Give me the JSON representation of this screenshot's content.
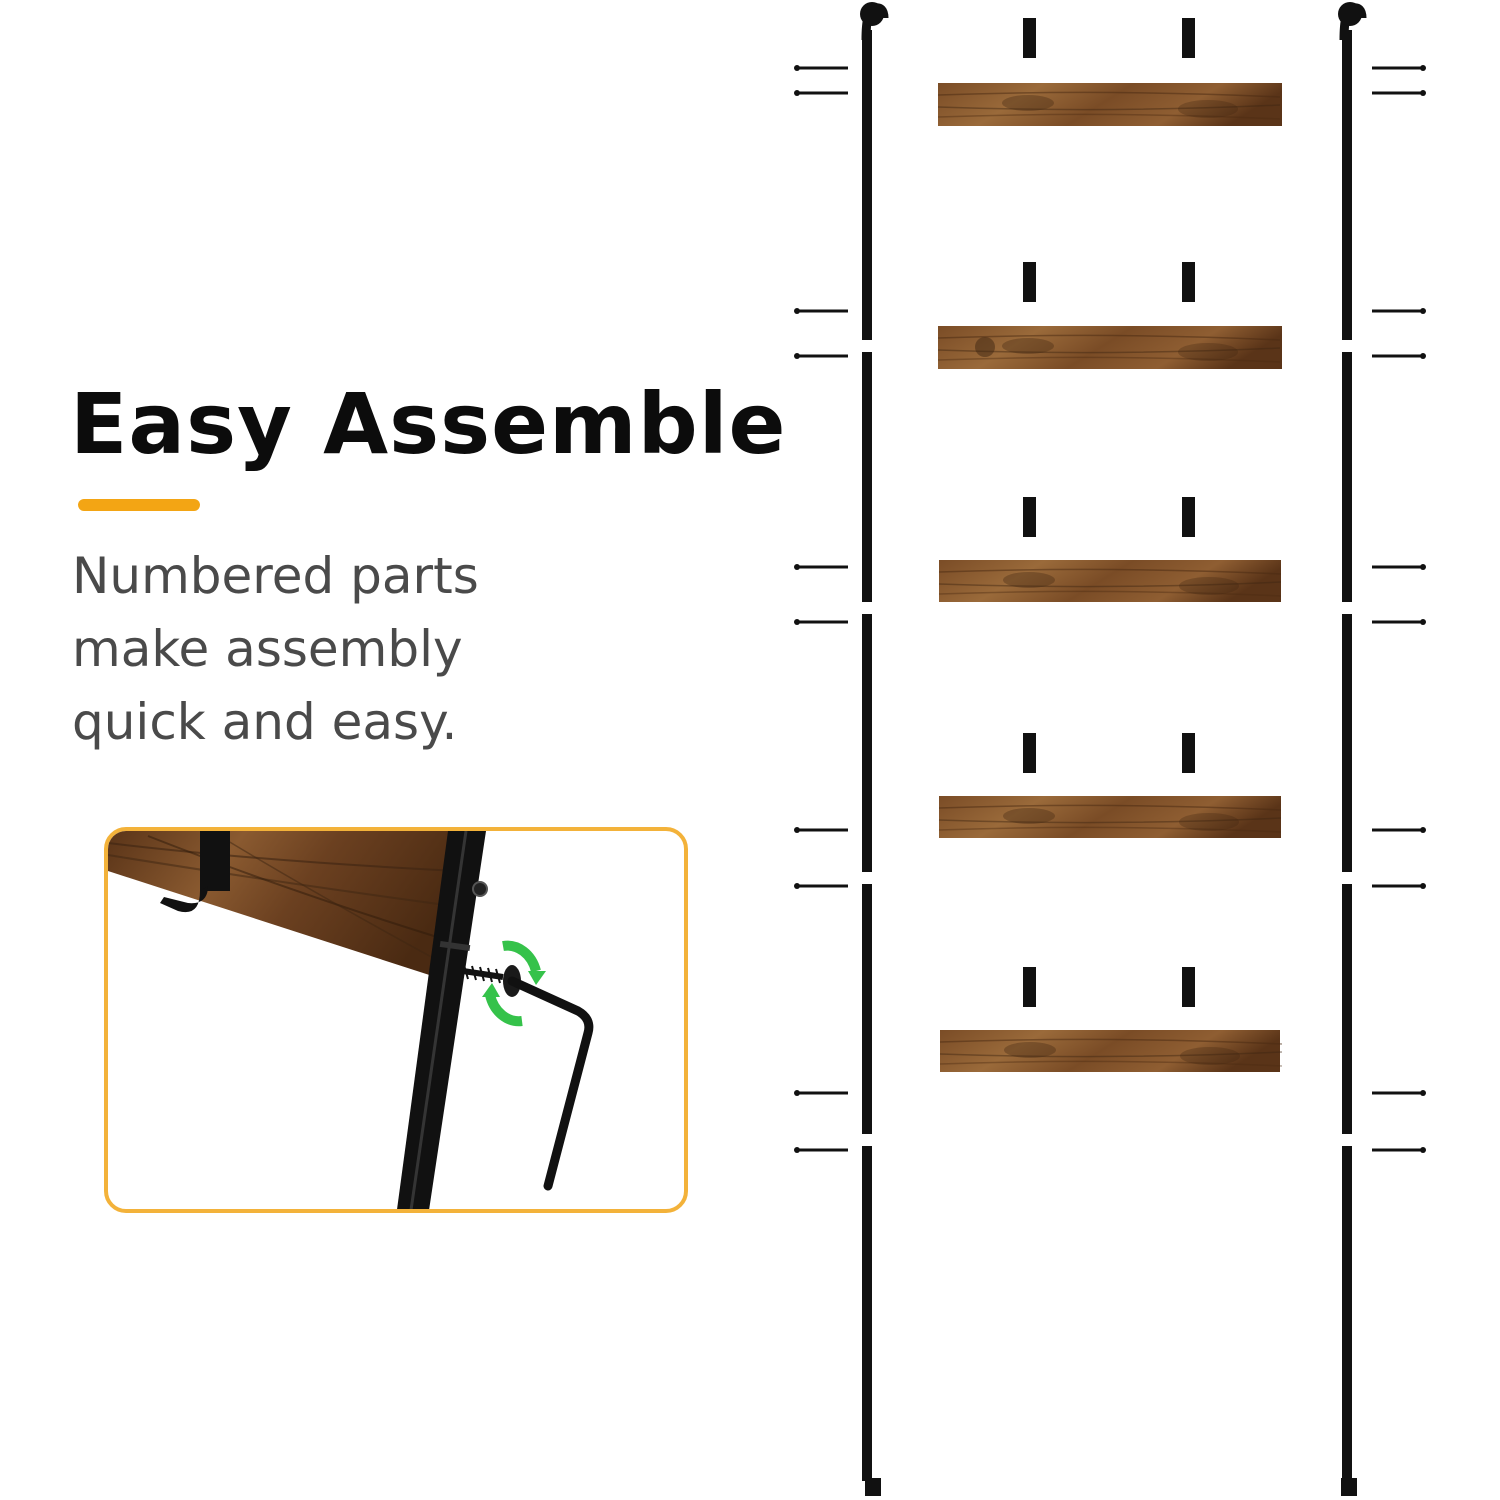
{
  "headline": "Easy Assemble",
  "subtext_lines": [
    "Numbered parts",
    "make assembly",
    "quick and easy."
  ],
  "colors": {
    "accent": "#f3a514",
    "panel_border": "#f3b23a",
    "wood_mid": "#8a5a30",
    "wood_dark": "#3e2512",
    "metal": "#111111",
    "rotate_arrow": "#35c24a"
  },
  "icons": [
    "hook-icon",
    "screw-icon",
    "allen-key-icon",
    "rotate-arrow-icon"
  ]
}
